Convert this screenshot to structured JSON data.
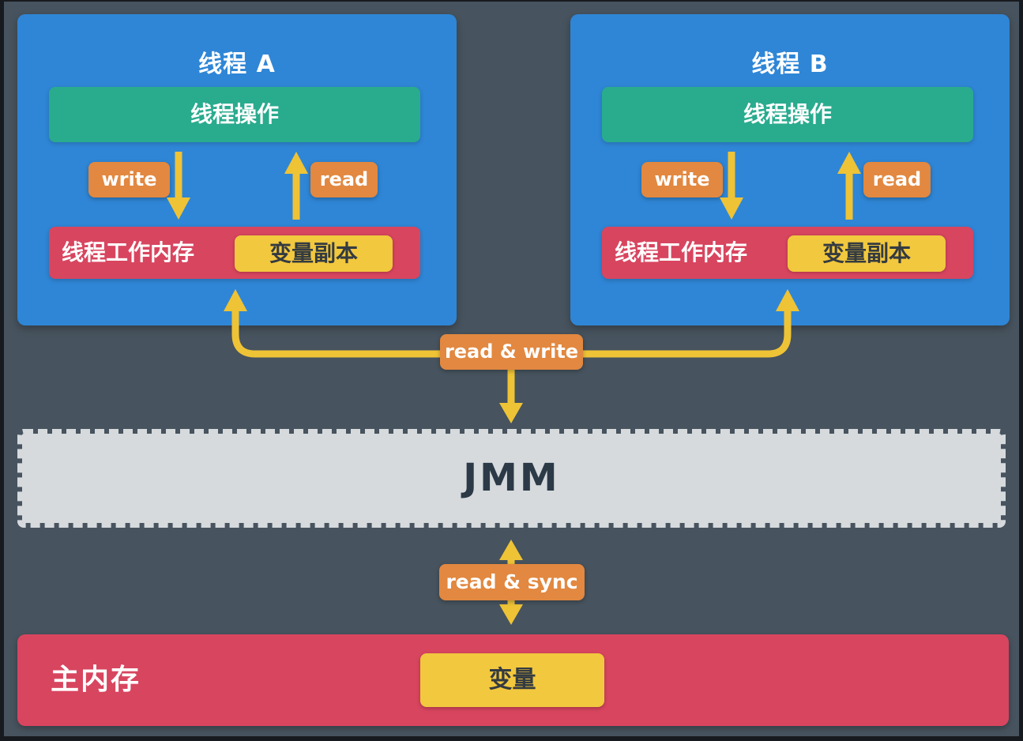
{
  "threads": [
    {
      "title": "线程 A",
      "operation_label": "线程操作",
      "write_label": "write",
      "read_label": "read",
      "working_memory_label": "线程工作内存",
      "variable_copy_label": "变量副本"
    },
    {
      "title": "线程 B",
      "operation_label": "线程操作",
      "write_label": "write",
      "read_label": "read",
      "working_memory_label": "线程工作内存",
      "variable_copy_label": "变量副本"
    }
  ],
  "connections": {
    "read_write_label": "read & write",
    "read_sync_label": "read & sync"
  },
  "jmm": {
    "label": "JMM"
  },
  "main_memory": {
    "title": "主内存",
    "variable_label": "变量"
  },
  "colors": {
    "page_border": "#171a1f",
    "background": "#47535e",
    "thread_panel": "#2f86d6",
    "operation_box": "#29ab8e",
    "label_chip": "#e28840",
    "working_memory": "#d8455f",
    "variable_box": "#f2c83e",
    "arrow": "#eec336",
    "jmm_fill": "#d6dadd",
    "jmm_text": "#2c3947",
    "main_memory_box": "#d8455f"
  }
}
